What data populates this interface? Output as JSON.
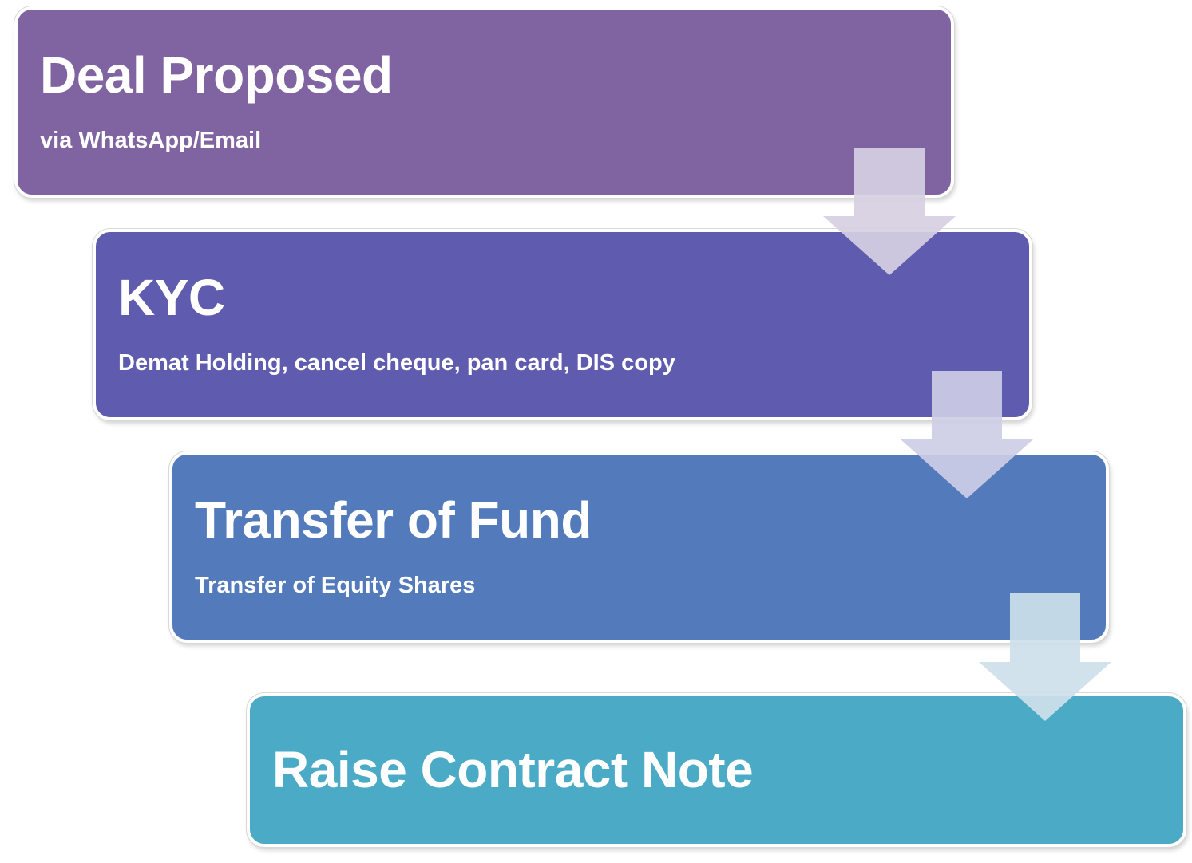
{
  "steps": [
    {
      "title": "Deal Proposed",
      "subtitle": "via WhatsApp/Email",
      "color": "#8064a2"
    },
    {
      "title": "KYC",
      "subtitle": "Demat Holding, cancel cheque, pan card, DIS copy",
      "color": "#5f5bae"
    },
    {
      "title": "Transfer of Fund",
      "subtitle": "Transfer of Equity Shares",
      "color": "#537bbc"
    },
    {
      "title": "Raise Contract Note",
      "color": "#4babc6"
    }
  ],
  "arrows": [
    {
      "icon": "down-arrow-icon",
      "color": "#d6cfe2"
    },
    {
      "icon": "down-arrow-icon",
      "color": "#cdcde6"
    },
    {
      "icon": "down-arrow-icon",
      "color": "#cde0ea"
    }
  ]
}
